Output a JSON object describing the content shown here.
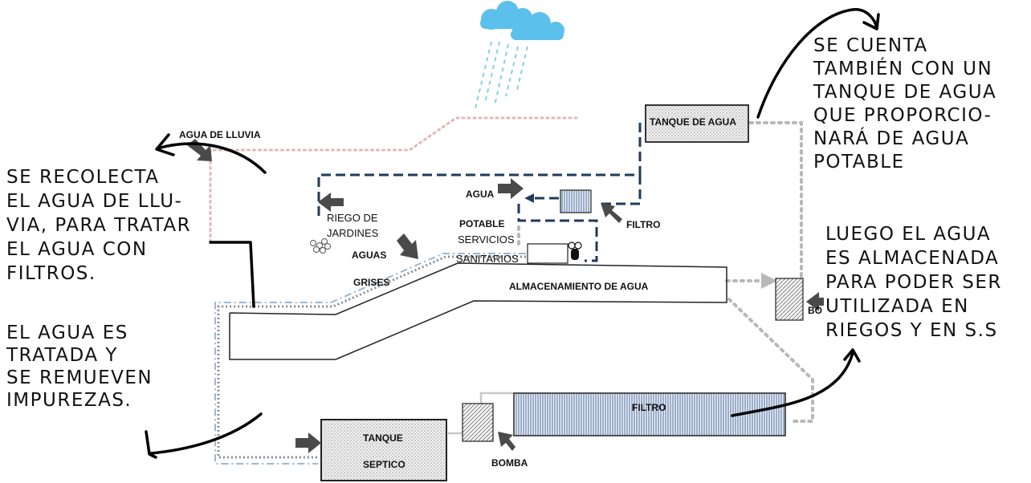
{
  "labels": {
    "agua_lluvia": "AGUA DE LLUVIA",
    "tanque_agua": "TANQUE DE AGUA",
    "agua": "AGUA",
    "filtro_small": "FILTRO",
    "riego_1": "RIEGO DE",
    "riego_2": "JARDINES",
    "potable": "POTABLE",
    "servicios": "SERVICIOS",
    "sanitarios": "SANITARIOS",
    "aguas": "AGUAS",
    "grises": "GRISES",
    "almacenamiento": "ALMACENAMIENTO DE AGUA",
    "bo": "BO",
    "filtro_big": "FILTRO",
    "tanque": "TANQUE",
    "septico": "SEPTICO",
    "bomba": "BOMBA"
  },
  "notes": {
    "top_right": [
      "SE CUENTA",
      "TAMBIÉN CON UN",
      "TANQUE DE AGUA",
      "QUE PROPORCIO-",
      "NARÁ DE AGUA",
      "POTABLE"
    ],
    "left_top": [
      "SE RECOLECTA",
      "EL AGUA DE LLU-",
      "VIA, PARA TRATAR",
      "EL AGUA CON",
      "FILTROS."
    ],
    "left_bottom": [
      "EL AGUA ES",
      "TRATADA Y",
      "SE REMUEVEN",
      "IMPUREZAS."
    ],
    "right_mid": [
      "LUEGO EL AGUA",
      "ES ALMACENADA",
      "PARA PODER SER",
      "UTILIZADA EN",
      "RIEGOS Y EN S.S"
    ]
  },
  "colors": {
    "rain_line": "#e2b8b4",
    "potable_line": "#1f3a5c",
    "gray_line": "#b8b8b8",
    "grey_water": "#8c8c8c",
    "blue_dash": "#9ab8d4",
    "cloud": "#5bc0eb",
    "arrow_fill": "#4a4a4a"
  }
}
